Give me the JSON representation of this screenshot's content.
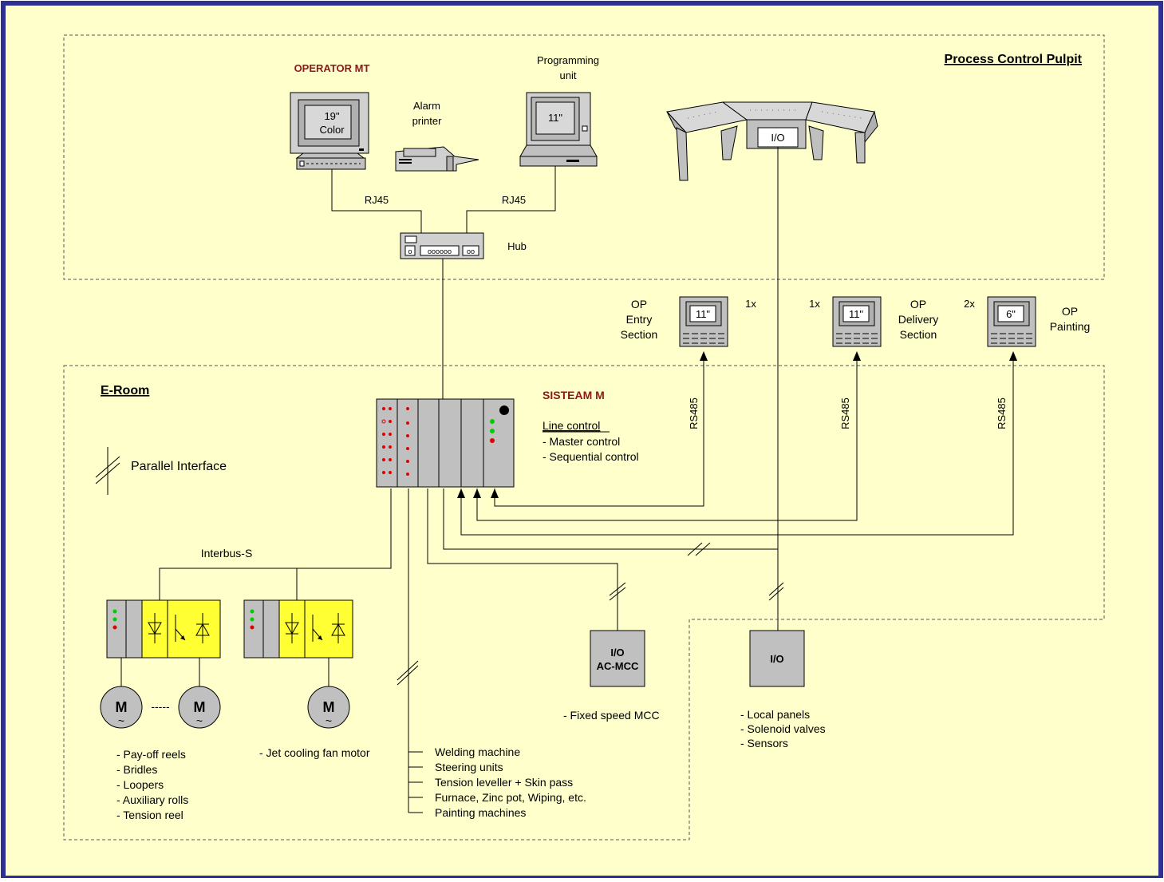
{
  "pulpit": {
    "title": "Process Control Pulpit",
    "operator_title": "OPERATOR MT",
    "monitor_size": "19\"",
    "monitor_color": "Color",
    "alarm_printer": [
      "Alarm",
      "printer"
    ],
    "programming_unit": [
      "Programming",
      "unit"
    ],
    "laptop_size": "11\"",
    "rj45_left": "RJ45",
    "rj45_right": "RJ45",
    "hub": "Hub",
    "hub_ports": "oooooo",
    "hub_ports2": "oo",
    "hub_port1": "o",
    "desk_io": "I/O"
  },
  "op_panels": [
    {
      "lines": [
        "OP",
        "Entry",
        "Section"
      ],
      "size": "11\"",
      "count": "1x"
    },
    {
      "lines": [
        "OP",
        "Delivery",
        "Section"
      ],
      "size": "11\"",
      "count": "1x"
    },
    {
      "lines": [
        "OP",
        "Painting"
      ],
      "size": "6\"",
      "count": "2x"
    }
  ],
  "rs485": [
    "RS485",
    "RS485",
    "RS485"
  ],
  "eroom": {
    "title": "E-Room",
    "parallel_interface": "Parallel Interface",
    "sisteam_title": "SISTEAM M",
    "line_control": "Line control",
    "line_items": [
      "- Master control",
      "- Sequential control"
    ],
    "interbus": "Interbus-S",
    "motor_label": "M",
    "motor_tilde": "~",
    "dashes": "-----",
    "drive1_items": [
      "- Pay-off reels",
      "- Bridles",
      "- Loopers",
      "- Auxiliary rolls",
      "- Tension reel"
    ],
    "drive2_item": "- Jet cooling fan motor",
    "machine_items": [
      "Welding machine",
      "Steering units",
      "Tension leveller + Skin pass",
      "Furnace, Zinc pot, Wiping, etc.",
      "Painting machines"
    ],
    "io_mcc": [
      "I/O",
      "AC-MCC"
    ],
    "mcc_item": "- Fixed speed MCC",
    "io_local": "I/O",
    "local_items": [
      "- Local panels",
      "- Solenoid valves",
      "- Sensors"
    ]
  },
  "colors": {
    "background": "#ffffcc",
    "frame": "#2e3192",
    "device_gray": "#c0c0c0",
    "converter_yellow": "#ffff33",
    "title_red": "#8b1a1a",
    "led_red": "#e00000",
    "led_green": "#00cc00"
  }
}
